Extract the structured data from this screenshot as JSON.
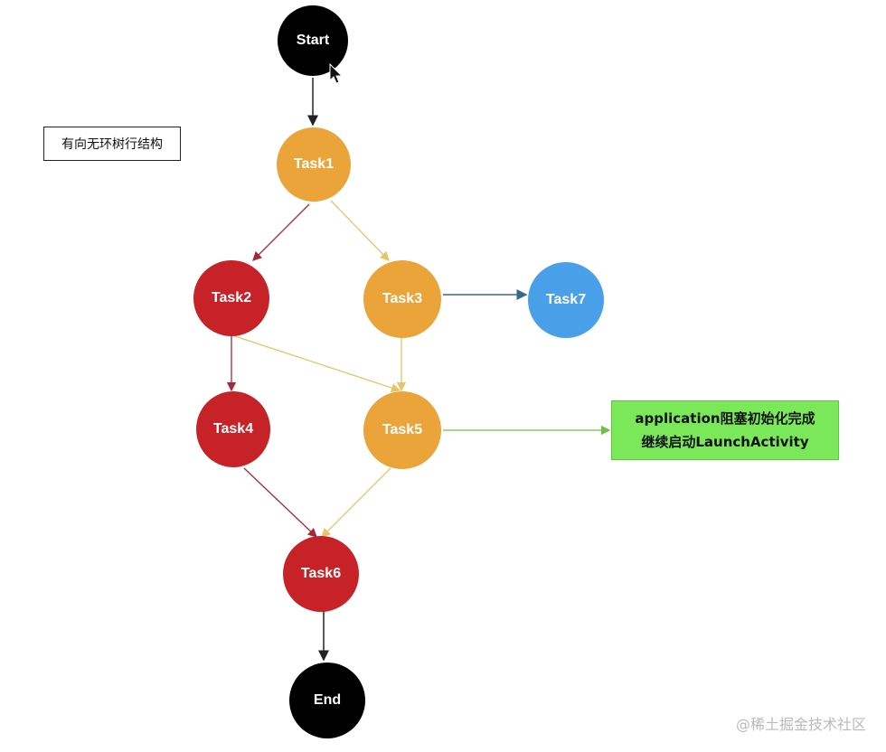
{
  "note": "有向无环树行结构",
  "nodes": {
    "start": "Start",
    "task1": "Task1",
    "task2": "Task2",
    "task3": "Task3",
    "task4": "Task4",
    "task5": "Task5",
    "task6": "Task6",
    "task7": "Task7",
    "end": "End"
  },
  "callout": {
    "line1": "application阻塞初始化完成",
    "line2": "继续启动LaunchActivity"
  },
  "watermark": "@稀土掘金技术社区",
  "colors": {
    "start_end": "#000000",
    "orange": "#eba43a",
    "red": "#c62227",
    "blue": "#4aa0e8",
    "callout": "#7be85a"
  }
}
